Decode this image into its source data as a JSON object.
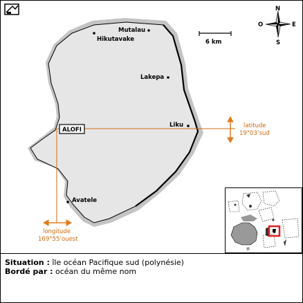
{
  "map": {
    "places": [
      {
        "name": "Mutalau"
      },
      {
        "name": "Hikutavake"
      },
      {
        "name": "Lakepa"
      },
      {
        "name": "Liku"
      },
      {
        "name": "ALOFI"
      },
      {
        "name": "Avatele"
      }
    ],
    "scale_label": "6 km",
    "compass": {
      "n": "N",
      "s": "S",
      "e": "E",
      "o": "O"
    },
    "latitude_label": "latitude",
    "latitude_value": "19°03’sud",
    "longitude_label": "longitude",
    "longitude_value": "169°55’ouest"
  },
  "info": {
    "situation_label": "Situation :",
    "situation_value": " île océan Pacifique sud (polynésie)",
    "borde_label": "Bordé par :",
    "borde_value": " océan du même nom"
  },
  "colors": {
    "land": "#e6e6e6",
    "shadow": "#c4c4c4",
    "accent": "#e07a1f",
    "locator_box": "#e02020"
  }
}
